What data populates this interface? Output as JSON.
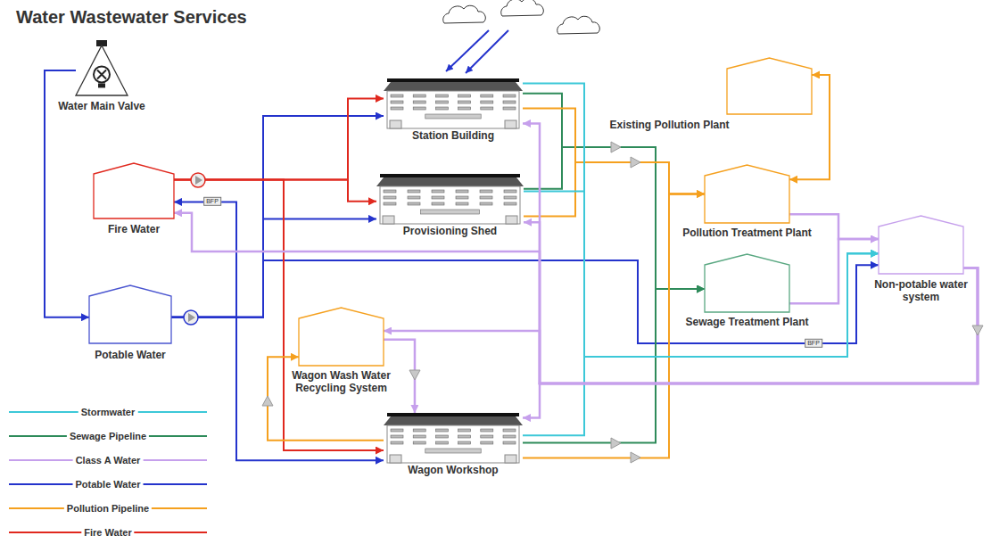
{
  "diagram": {
    "title": "Water Wastewater Services",
    "nodes": [
      {
        "text": [
          "Water Main Valve"
        ]
      },
      {
        "text": [
          "Station Building"
        ]
      },
      {
        "text": [
          "Existing Pollution Plant"
        ]
      },
      {
        "text": [
          "Fire Water"
        ]
      },
      {
        "text": [
          "Provisioning Shed"
        ]
      },
      {
        "text": [
          "Pollution Treatment Plant"
        ]
      },
      {
        "text": [
          "Potable Water"
        ]
      },
      {
        "text": [
          "Sewage Treatment Plant"
        ]
      },
      {
        "text": [
          "Non-potable water system"
        ]
      },
      {
        "text": [
          "Wagon Wash Water Recycling System"
        ]
      },
      {
        "text": [
          "Wagon Workshop"
        ]
      }
    ],
    "edges": [
      {
        "from": 0,
        "to": 6,
        "arrow": "to"
      },
      {
        "from": 6,
        "to": 1,
        "arrow": "to"
      },
      {
        "from": 6,
        "to": 4,
        "arrow": "to"
      },
      {
        "from": 6,
        "to": 10,
        "arrow": "to"
      },
      {
        "from": 6,
        "to": 3,
        "arrow": "to"
      },
      {
        "from": 6,
        "to": 8,
        "arrow": "to"
      },
      {
        "from": 3,
        "to": 1,
        "arrow": "to"
      },
      {
        "from": 3,
        "to": 4,
        "arrow": "to"
      },
      {
        "from": 3,
        "to": 10,
        "arrow": "to"
      },
      {
        "from": 1,
        "to": 7,
        "arrow": "to"
      },
      {
        "from": 4,
        "to": 7,
        "arrow": "to"
      },
      {
        "from": 10,
        "to": 7,
        "arrow": "to"
      },
      {
        "from": 1,
        "to": 5,
        "arrow": "to"
      },
      {
        "from": 4,
        "to": 5,
        "arrow": "to"
      },
      {
        "from": 10,
        "to": 5,
        "arrow": "to"
      },
      {
        "from": 5,
        "to": 2,
        "arrow": "both"
      },
      {
        "from": 1,
        "to": 8,
        "arrow": "to"
      },
      {
        "from": 4,
        "to": 8,
        "arrow": "to"
      },
      {
        "from": 10,
        "to": 8,
        "arrow": "to"
      },
      {
        "from": 5,
        "to": 8,
        "arrow": "to"
      },
      {
        "from": 7,
        "to": 8,
        "arrow": "to"
      },
      {
        "from": 8,
        "to": 3,
        "arrow": "to"
      },
      {
        "from": 8,
        "to": 1,
        "arrow": "to"
      },
      {
        "from": 8,
        "to": 4,
        "arrow": "to"
      },
      {
        "from": 8,
        "to": 9,
        "arrow": "to"
      },
      {
        "from": 8,
        "to": 10,
        "arrow": "to"
      },
      {
        "from": 9,
        "to": 10,
        "arrow": "to"
      },
      {
        "from": 10,
        "to": 9,
        "arrow": "to"
      }
    ],
    "labels": [
      "BFP",
      "BFP"
    ],
    "legend": [
      {
        "text": "Stormwater"
      },
      {
        "text": "Sewage Pipeline"
      },
      {
        "text": "Class A Water"
      },
      {
        "text": "Potable Water"
      },
      {
        "text": "Pollution Pipeline"
      },
      {
        "text": "Fire Water"
      }
    ]
  }
}
